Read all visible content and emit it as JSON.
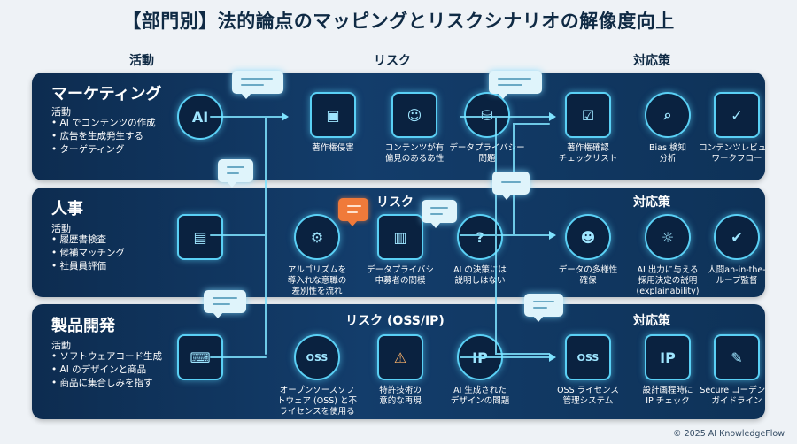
{
  "title": "【部門別】法的論点のマッピングとリスクシナリオの解像度向上",
  "column_headers": {
    "activity": "活動",
    "risk": "リスク",
    "response": "対応策"
  },
  "sections": [
    {
      "title": "マーケティング",
      "activity_label": "活動",
      "activities": [
        "AI でコンテンツの作成",
        "広告を生成発生する",
        "ターゲティング"
      ],
      "activity_icon": "ai-chip-icon",
      "activity_icon_text": "AI",
      "risks": [
        {
          "icon": "images-icon",
          "label": "著作権侵害"
        },
        {
          "icon": "biased-people-icon",
          "label": "コンテンツが有\n偏見のあるあ性"
        },
        {
          "icon": "database-lock-icon",
          "label": "データプライバシー\n問題"
        }
      ],
      "responses": [
        {
          "icon": "checklist-icon",
          "label": "著作権確認\nチェックリスト"
        },
        {
          "icon": "magnifier-chart-icon",
          "label": "Bias 検知\n分析"
        },
        {
          "icon": "review-clipboard-icon",
          "label": "コンテンツレビュー\nワークフロー"
        }
      ]
    },
    {
      "title": "人事",
      "activity_label": "活動",
      "activities": [
        "履歴書検査",
        "候補マッチング",
        "社員員評価"
      ],
      "activity_icon": "resume-check-icon",
      "risk_head": "リスク",
      "response_head": "対応策",
      "risks": [
        {
          "icon": "algorithm-people-icon",
          "label": "アルゴリズムを\n導入れな意職の\n差別性を流れ"
        },
        {
          "icon": "document-lock-icon",
          "label": "データプライバシ\n申募者の間模"
        },
        {
          "icon": "person-question-icon",
          "label": "AI の決策には\n説明しはない"
        }
      ],
      "responses": [
        {
          "icon": "diverse-people-icon",
          "label": "データの多様性\n確保"
        },
        {
          "icon": "head-gear-icon",
          "label": "AI 出力に与える\n採用決定の説明\n(explainability)"
        },
        {
          "icon": "person-check-icon",
          "label": "人間an-in-the-\nループ監督"
        }
      ]
    },
    {
      "title": "製品開発",
      "activity_label": "活動",
      "activities": [
        "ソフトウェアコード生成",
        "AI のデザインと商品",
        "商品に集合しみを指す"
      ],
      "activity_icon": "code-laptop-icon",
      "risk_head": "リスク (OSS/IP)",
      "response_head": "対応策",
      "risks": [
        {
          "icon": "oss-gear-icon",
          "label": "オープンソースソフ\nトウェア (OSS) と不\nライセンスを使用る",
          "text": "OSS"
        },
        {
          "icon": "patent-warning-icon",
          "label": "特許技術の\n意的な再現"
        },
        {
          "icon": "ip-gear-icon",
          "label": "AI 生成された\nデザインの問題",
          "text": "IP"
        }
      ],
      "responses": [
        {
          "icon": "oss-window-icon",
          "label": "OSS ライセンス\n管理システム",
          "text": "OSS"
        },
        {
          "icon": "ip-document-icon",
          "label": "設計画程時に\nIP チェック",
          "text": "IP"
        },
        {
          "icon": "document-pen-icon",
          "label": "Secure コーデング\nガイドライン"
        }
      ]
    }
  ],
  "footer": "© 2025 AI KnowledgeFlow",
  "colors": {
    "band": "#133d6b",
    "glow": "#5ad0f5",
    "accent": "#f07a3a"
  }
}
